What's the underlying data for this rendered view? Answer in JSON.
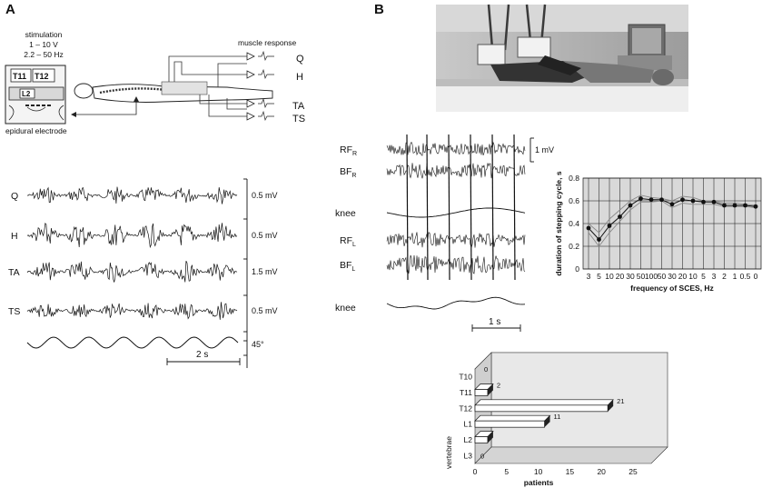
{
  "panel_a": {
    "letter": "A",
    "stim_title": "stimulation",
    "stim_voltage": "1 – 10 V",
    "stim_freq": "2.2 – 50 Hz",
    "muscle_response": "muscle response",
    "vertebra_labels": [
      "T11",
      "T12",
      "L2"
    ],
    "electrode_label": "epidural electrode",
    "schematic_muscles": [
      "Q",
      "H",
      "TA",
      "TS"
    ],
    "traces": [
      {
        "label": "Q",
        "scale": "0.5 mV"
      },
      {
        "label": "H",
        "scale": "0.5 mV"
      },
      {
        "label": "TA",
        "scale": "1.5 mV"
      },
      {
        "label": "TS",
        "scale": "0.5 mV"
      }
    ],
    "angle_scale": "45°",
    "time_scale": "2 s"
  },
  "panel_b": {
    "letter": "B",
    "emg_labels": [
      {
        "main": "RF",
        "sub": "R"
      },
      {
        "main": "BF",
        "sub": "R"
      },
      {
        "main": "knee",
        "sub": ""
      },
      {
        "main": "RF",
        "sub": "L"
      },
      {
        "main": "BF",
        "sub": "L"
      },
      {
        "main": "knee",
        "sub": ""
      }
    ],
    "emg_scale": "1 mV",
    "emg_time": "1 s"
  },
  "chart_data": [
    {
      "type": "line",
      "ylabel": "duration of stepping cycle, s",
      "xlabel": "frequency of SCES, Hz",
      "categories": [
        "3",
        "5",
        "10",
        "20",
        "30",
        "50",
        "100",
        "50",
        "30",
        "20",
        "10",
        "5",
        "3",
        "2",
        "1",
        "0.5",
        "0"
      ],
      "y_ticks": [
        "0",
        "0.2",
        "0.4",
        "0.6",
        "0.8"
      ],
      "ylim": [
        0,
        0.8
      ],
      "series": [
        {
          "values": [
            0.36,
            0.26,
            0.38,
            0.46,
            0.56,
            0.62,
            0.61,
            0.61,
            0.57,
            0.61,
            0.6,
            0.59,
            0.59,
            0.56,
            0.56,
            0.56,
            0.55
          ]
        },
        {
          "values": [
            0.4,
            0.32,
            0.44,
            0.52,
            0.6,
            0.65,
            0.63,
            0.62,
            0.6,
            0.64,
            0.63,
            0.6,
            0.6,
            0.58,
            0.58,
            0.57,
            0.56
          ]
        },
        {
          "values": [
            0.32,
            0.2,
            0.32,
            0.42,
            0.52,
            0.59,
            0.59,
            0.6,
            0.54,
            0.58,
            0.57,
            0.57,
            0.57,
            0.55,
            0.55,
            0.55,
            0.54
          ]
        }
      ],
      "grid": true
    },
    {
      "type": "bar",
      "orientation": "horizontal",
      "ylabel": "vertebrae",
      "xlabel": "patients",
      "categories": [
        "T10",
        "T11",
        "T12",
        "L1",
        "L2",
        "L3"
      ],
      "values": [
        0,
        2,
        21,
        11,
        2,
        0
      ],
      "value_labels": [
        "0",
        "2",
        "21",
        "11",
        "",
        ""
      ],
      "extra_label": "0",
      "x_ticks": [
        "0",
        "5",
        "10",
        "15",
        "20",
        "25"
      ],
      "xlim": [
        0,
        25
      ]
    }
  ]
}
